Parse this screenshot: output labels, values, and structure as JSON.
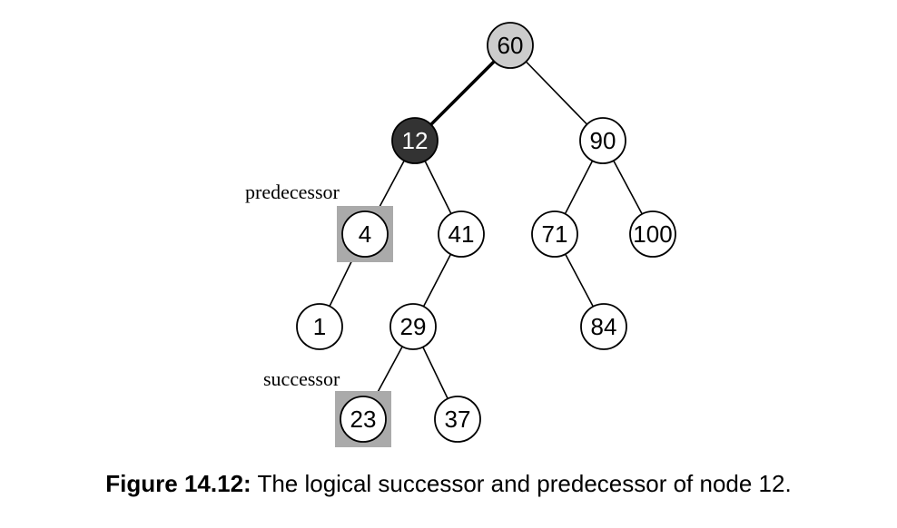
{
  "tree": {
    "nodes": [
      {
        "id": "n60",
        "label": "60",
        "fill": "#cccccc",
        "text": "#000000"
      },
      {
        "id": "n12",
        "label": "12",
        "fill": "#333333",
        "text": "#ffffff"
      },
      {
        "id": "n90",
        "label": "90",
        "fill": "#ffffff",
        "text": "#000000"
      },
      {
        "id": "n4",
        "label": "4",
        "fill": "#ffffff",
        "text": "#000000",
        "highlight": true
      },
      {
        "id": "n41",
        "label": "41",
        "fill": "#ffffff",
        "text": "#000000"
      },
      {
        "id": "n71",
        "label": "71",
        "fill": "#ffffff",
        "text": "#000000"
      },
      {
        "id": "n100",
        "label": "100",
        "fill": "#ffffff",
        "text": "#000000"
      },
      {
        "id": "n1",
        "label": "1",
        "fill": "#ffffff",
        "text": "#000000"
      },
      {
        "id": "n29",
        "label": "29",
        "fill": "#ffffff",
        "text": "#000000"
      },
      {
        "id": "n84",
        "label": "84",
        "fill": "#ffffff",
        "text": "#000000"
      },
      {
        "id": "n23",
        "label": "23",
        "fill": "#ffffff",
        "text": "#000000",
        "highlight": true
      },
      {
        "id": "n37",
        "label": "37",
        "fill": "#ffffff",
        "text": "#000000"
      }
    ],
    "edges": [
      {
        "from": "n60",
        "to": "n12",
        "bold": true
      },
      {
        "from": "n60",
        "to": "n90"
      },
      {
        "from": "n12",
        "to": "n4"
      },
      {
        "from": "n12",
        "to": "n41"
      },
      {
        "from": "n90",
        "to": "n71"
      },
      {
        "from": "n90",
        "to": "n100"
      },
      {
        "from": "n4",
        "to": "n1"
      },
      {
        "from": "n41",
        "to": "n29"
      },
      {
        "from": "n71",
        "to": "n84"
      },
      {
        "from": "n29",
        "to": "n23"
      },
      {
        "from": "n29",
        "to": "n37"
      }
    ],
    "highlight_color": "#aaaaaa",
    "annotations": {
      "predecessor": "predecessor",
      "successor": "successor"
    }
  },
  "caption": {
    "label": "Figure 14.12:",
    "text": " The logical successor and predecessor of node 12."
  }
}
